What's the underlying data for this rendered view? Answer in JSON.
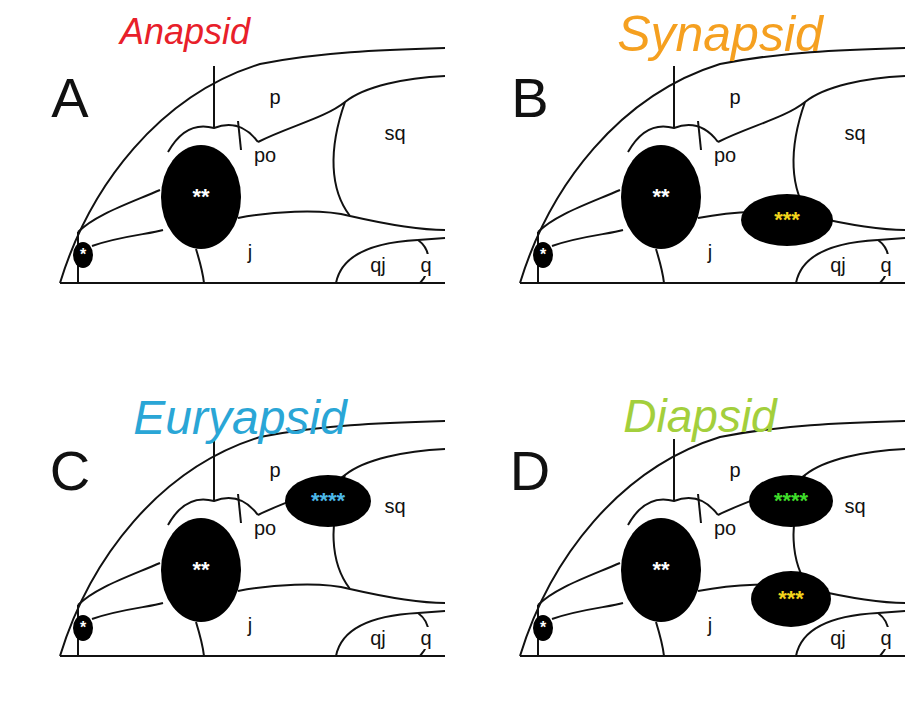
{
  "diagram": {
    "nodes": [
      {
        "text": [
          "**"
        ]
      },
      {
        "text": [
          "*"
        ]
      },
      {
        "text": [
          "**"
        ]
      },
      {
        "text": [
          "***"
        ]
      },
      {
        "text": [
          "*"
        ]
      },
      {
        "text": [
          "****"
        ]
      },
      {
        "text": [
          "**"
        ]
      },
      {
        "text": [
          "*"
        ]
      },
      {
        "text": [
          "****"
        ]
      },
      {
        "text": [
          "**"
        ]
      },
      {
        "text": [
          "***"
        ]
      },
      {
        "text": [
          "*"
        ]
      }
    ],
    "labels": [
      "Anapsid",
      "Synapsid",
      "A",
      "p",
      "po",
      "sq",
      "j",
      "qj",
      "q",
      "B",
      "p",
      "po",
      "sq",
      "j",
      "qj",
      "q",
      "Euryapsid",
      "Diapsid",
      "C",
      "p",
      "po",
      "sq",
      "j",
      "qj",
      "q",
      "D",
      "p",
      "po",
      "sq",
      "j",
      "qj",
      "q"
    ]
  }
}
